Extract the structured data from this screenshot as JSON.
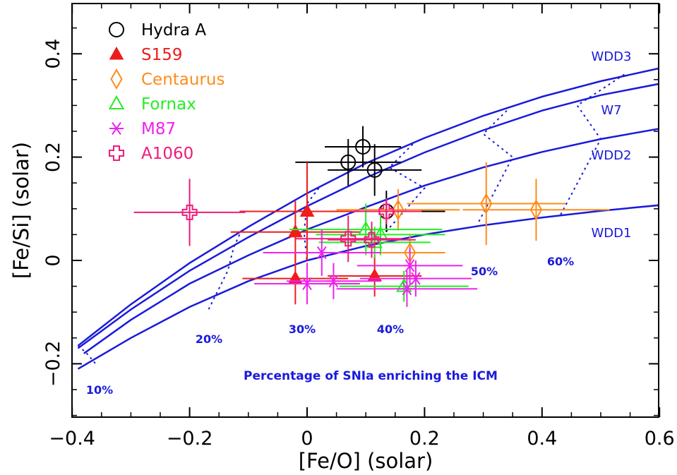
{
  "chart_data": {
    "type": "scatter",
    "xlabel": "[Fe/O] (solar)",
    "ylabel": "[Fe/Si] (solar)",
    "xlim": [
      -0.4,
      0.6
    ],
    "ylim": [
      -0.3,
      0.5
    ],
    "xticks": [
      -0.4,
      -0.2,
      0,
      0.2,
      0.4,
      0.6
    ],
    "xtick_labels": [
      "−0.4",
      "−0.2",
      "0",
      "0.2",
      "0.4",
      "0.6"
    ],
    "yticks": [
      -0.2,
      0,
      0.2,
      0.4
    ],
    "ytick_labels": [
      "−0.2",
      "0",
      "0.2",
      "0.4"
    ],
    "grid": false,
    "legend_position": "top-left",
    "annotation": "Percentage of SNIa enriching the ICM",
    "series": [
      {
        "name": "Hydra A",
        "color": "#000000",
        "marker": "circle-open",
        "points": [
          {
            "x": 0.07,
            "y": 0.19,
            "xerr": 0.09,
            "yerr": 0.045
          },
          {
            "x": 0.095,
            "y": 0.22,
            "xerr": 0.065,
            "yerr": 0.04
          },
          {
            "x": 0.115,
            "y": 0.175,
            "xerr": 0.08,
            "yerr": 0.05
          },
          {
            "x": 0.135,
            "y": 0.095,
            "xerr": 0.1,
            "yerr": 0.04
          }
        ]
      },
      {
        "name": "S159",
        "color": "#ee1c1c",
        "marker": "triangle-filled",
        "points": [
          {
            "x": 0.0,
            "y": 0.095,
            "xerr": 0.115,
            "yerr": 0.095
          },
          {
            "x": -0.02,
            "y": 0.055,
            "xerr": 0.11,
            "yerr": 0.06
          },
          {
            "x": -0.02,
            "y": -0.035,
            "xerr": 0.09,
            "yerr": 0.05
          },
          {
            "x": 0.115,
            "y": -0.03,
            "xerr": 0.08,
            "yerr": 0.04
          }
        ]
      },
      {
        "name": "Centaurus",
        "color": "#ff8c1a",
        "marker": "diamond-open",
        "points": [
          {
            "x": 0.155,
            "y": 0.098,
            "xerr": 0.105,
            "yerr": 0.04
          },
          {
            "x": 0.305,
            "y": 0.11,
            "xerr": 0.135,
            "yerr": 0.08
          },
          {
            "x": 0.39,
            "y": 0.098,
            "xerr": 0.125,
            "yerr": 0.06
          },
          {
            "x": 0.175,
            "y": 0.015,
            "xerr": 0.06,
            "yerr": 0.035
          }
        ]
      },
      {
        "name": "Fornax",
        "color": "#22ee22",
        "marker": "triangle-open",
        "points": [
          {
            "x": 0.1,
            "y": 0.06,
            "xerr": 0.13,
            "yerr": 0.05
          },
          {
            "x": 0.125,
            "y": 0.05,
            "xerr": 0.11,
            "yerr": 0.04
          },
          {
            "x": 0.115,
            "y": 0.035,
            "xerr": 0.095,
            "yerr": 0.03
          },
          {
            "x": 0.165,
            "y": -0.05,
            "xerr": 0.11,
            "yerr": 0.03
          }
        ]
      },
      {
        "name": "M87",
        "color": "#ee22ee",
        "marker": "asterisk",
        "points": [
          {
            "x": 0.025,
            "y": 0.015,
            "xerr": 0.1,
            "yerr": 0.045
          },
          {
            "x": 0.0,
            "y": -0.045,
            "xerr": 0.09,
            "yerr": 0.04
          },
          {
            "x": 0.045,
            "y": -0.04,
            "xerr": 0.08,
            "yerr": 0.035
          },
          {
            "x": 0.17,
            "y": -0.055,
            "xerr": 0.12,
            "yerr": 0.035
          },
          {
            "x": 0.185,
            "y": -0.035,
            "xerr": 0.095,
            "yerr": 0.035
          },
          {
            "x": 0.175,
            "y": -0.01,
            "xerr": 0.09,
            "yerr": 0.035
          }
        ]
      },
      {
        "name": "A1060",
        "color": "#ee1c7a",
        "marker": "cross-open",
        "points": [
          {
            "x": -0.2,
            "y": 0.093,
            "xerr": 0.095,
            "yerr": 0.065
          },
          {
            "x": 0.07,
            "y": 0.042,
            "xerr": 0.09,
            "yerr": 0.045
          },
          {
            "x": 0.11,
            "y": 0.04,
            "xerr": 0.075,
            "yerr": 0.035
          },
          {
            "x": 0.135,
            "y": 0.095,
            "xerr": 0.06,
            "yerr": 0.025
          }
        ]
      }
    ],
    "models": [
      {
        "name": "WDD3",
        "color": "#1a1adc",
        "x": [
          -0.39,
          -0.3,
          -0.2,
          -0.1,
          0.0,
          0.1,
          0.2,
          0.3,
          0.4,
          0.5,
          0.6
        ],
        "y": [
          -0.165,
          -0.085,
          -0.005,
          0.065,
          0.13,
          0.188,
          0.237,
          0.28,
          0.317,
          0.347,
          0.372
        ]
      },
      {
        "name": "W7",
        "color": "#1a1adc",
        "x": [
          -0.39,
          -0.3,
          -0.2,
          -0.1,
          0.0,
          0.1,
          0.2,
          0.3,
          0.4,
          0.5,
          0.6
        ],
        "y": [
          -0.17,
          -0.095,
          -0.02,
          0.045,
          0.105,
          0.16,
          0.209,
          0.252,
          0.29,
          0.32,
          0.342
        ]
      },
      {
        "name": "WDD2",
        "color": "#1a1adc",
        "x": [
          -0.38,
          -0.3,
          -0.2,
          -0.1,
          0.0,
          0.1,
          0.2,
          0.3,
          0.4,
          0.5,
          0.6
        ],
        "y": [
          -0.18,
          -0.115,
          -0.045,
          0.01,
          0.06,
          0.103,
          0.145,
          0.18,
          0.21,
          0.235,
          0.255
        ]
      },
      {
        "name": "WDD1",
        "color": "#1a1adc",
        "x": [
          -0.39,
          -0.3,
          -0.2,
          -0.1,
          0.0,
          0.1,
          0.2,
          0.3,
          0.4,
          0.5,
          0.6
        ],
        "y": [
          -0.21,
          -0.15,
          -0.09,
          -0.04,
          0.0,
          0.028,
          0.05,
          0.068,
          0.083,
          0.096,
          0.107
        ]
      }
    ],
    "percent_lines": [
      {
        "label": "10%",
        "points": [
          [
            -0.39,
            -0.165
          ],
          [
            -0.385,
            -0.17
          ],
          [
            -0.375,
            -0.18
          ],
          [
            -0.36,
            -0.2
          ]
        ]
      },
      {
        "label": "20%",
        "points": [
          [
            -0.115,
            0.05
          ],
          [
            -0.125,
            0.025
          ],
          [
            -0.135,
            -0.02
          ],
          [
            -0.17,
            -0.1
          ]
        ]
      },
      {
        "label": "30%",
        "points": [
          [
            0.02,
            0.14
          ],
          [
            0.0,
            0.11
          ],
          [
            -0.005,
            0.055
          ],
          [
            0.0,
            -0.005
          ]
        ]
      },
      {
        "label": "40%",
        "points": [
          [
            0.18,
            0.225
          ],
          [
            0.14,
            0.18
          ],
          [
            0.2,
            0.14
          ],
          [
            0.13,
            0.05
          ]
        ]
      },
      {
        "label": "50%",
        "points": [
          [
            0.34,
            0.29
          ],
          [
            0.3,
            0.245
          ],
          [
            0.35,
            0.2
          ],
          [
            0.29,
            0.07
          ]
        ]
      },
      {
        "label": "60%",
        "points": [
          [
            0.54,
            0.36
          ],
          [
            0.46,
            0.3
          ],
          [
            0.5,
            0.235
          ],
          [
            0.43,
            0.085
          ]
        ]
      }
    ],
    "percent_label_text": [
      "10%",
      "20%",
      "30%",
      "40%",
      "50%",
      "60%"
    ]
  }
}
